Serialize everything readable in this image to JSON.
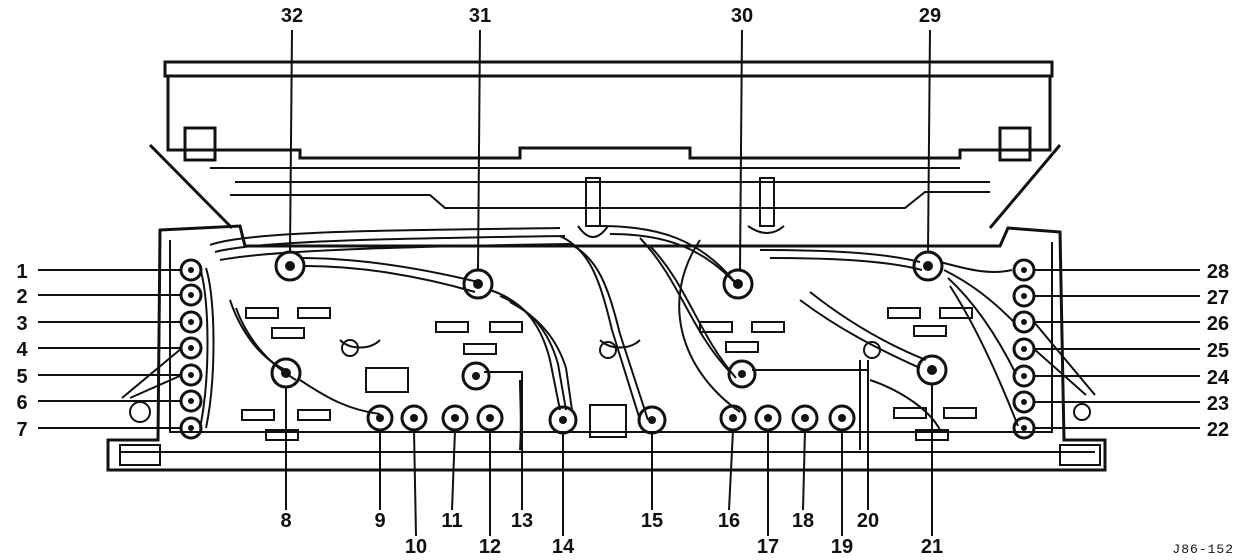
{
  "figure_code": "J86-152",
  "callouts": [
    {
      "id": 1,
      "label": "1"
    },
    {
      "id": 2,
      "label": "2"
    },
    {
      "id": 3,
      "label": "3"
    },
    {
      "id": 4,
      "label": "4"
    },
    {
      "id": 5,
      "label": "5"
    },
    {
      "id": 6,
      "label": "6"
    },
    {
      "id": 7,
      "label": "7"
    },
    {
      "id": 8,
      "label": "8"
    },
    {
      "id": 9,
      "label": "9"
    },
    {
      "id": 10,
      "label": "10"
    },
    {
      "id": 11,
      "label": "11"
    },
    {
      "id": 12,
      "label": "12"
    },
    {
      "id": 13,
      "label": "13"
    },
    {
      "id": 14,
      "label": "14"
    },
    {
      "id": 15,
      "label": "15"
    },
    {
      "id": 16,
      "label": "16"
    },
    {
      "id": 17,
      "label": "17"
    },
    {
      "id": 18,
      "label": "18"
    },
    {
      "id": 19,
      "label": "19"
    },
    {
      "id": 20,
      "label": "20"
    },
    {
      "id": 21,
      "label": "21"
    },
    {
      "id": 22,
      "label": "22"
    },
    {
      "id": 23,
      "label": "23"
    },
    {
      "id": 24,
      "label": "24"
    },
    {
      "id": 25,
      "label": "25"
    },
    {
      "id": 26,
      "label": "26"
    },
    {
      "id": 27,
      "label": "27"
    },
    {
      "id": 28,
      "label": "28"
    },
    {
      "id": 29,
      "label": "29"
    },
    {
      "id": 30,
      "label": "30"
    },
    {
      "id": 31,
      "label": "31"
    },
    {
      "id": 32,
      "label": "32"
    }
  ]
}
